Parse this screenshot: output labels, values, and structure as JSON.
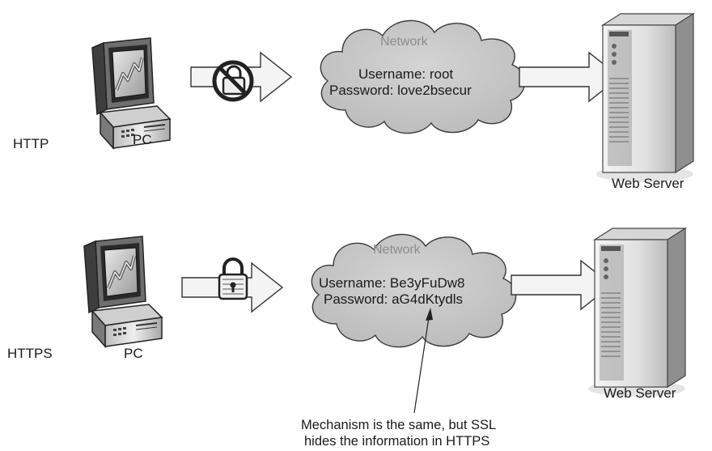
{
  "rows": [
    {
      "protocol": "HTTP",
      "client_label": "PC",
      "network_title": "Network",
      "username_line": "Username: root",
      "password_line": "Password: love2bsecur",
      "server_label": "Web Server",
      "lock_icon": "no-lock-icon"
    },
    {
      "protocol": "HTTPS",
      "client_label": "PC",
      "network_title": "Network",
      "username_line": "Username: Be3yFuDw8",
      "password_line": "Password: aG4dKtydls",
      "server_label": "Web Server",
      "lock_icon": "padlock-icon"
    }
  ],
  "note": {
    "line1": "Mechanism is the same, but SSL",
    "line2": "hides the information in HTTPS"
  },
  "colors": {
    "cloud_fill": "#c8c8c8",
    "arrow_fill": "#f2f2f2",
    "outline": "#333333"
  }
}
